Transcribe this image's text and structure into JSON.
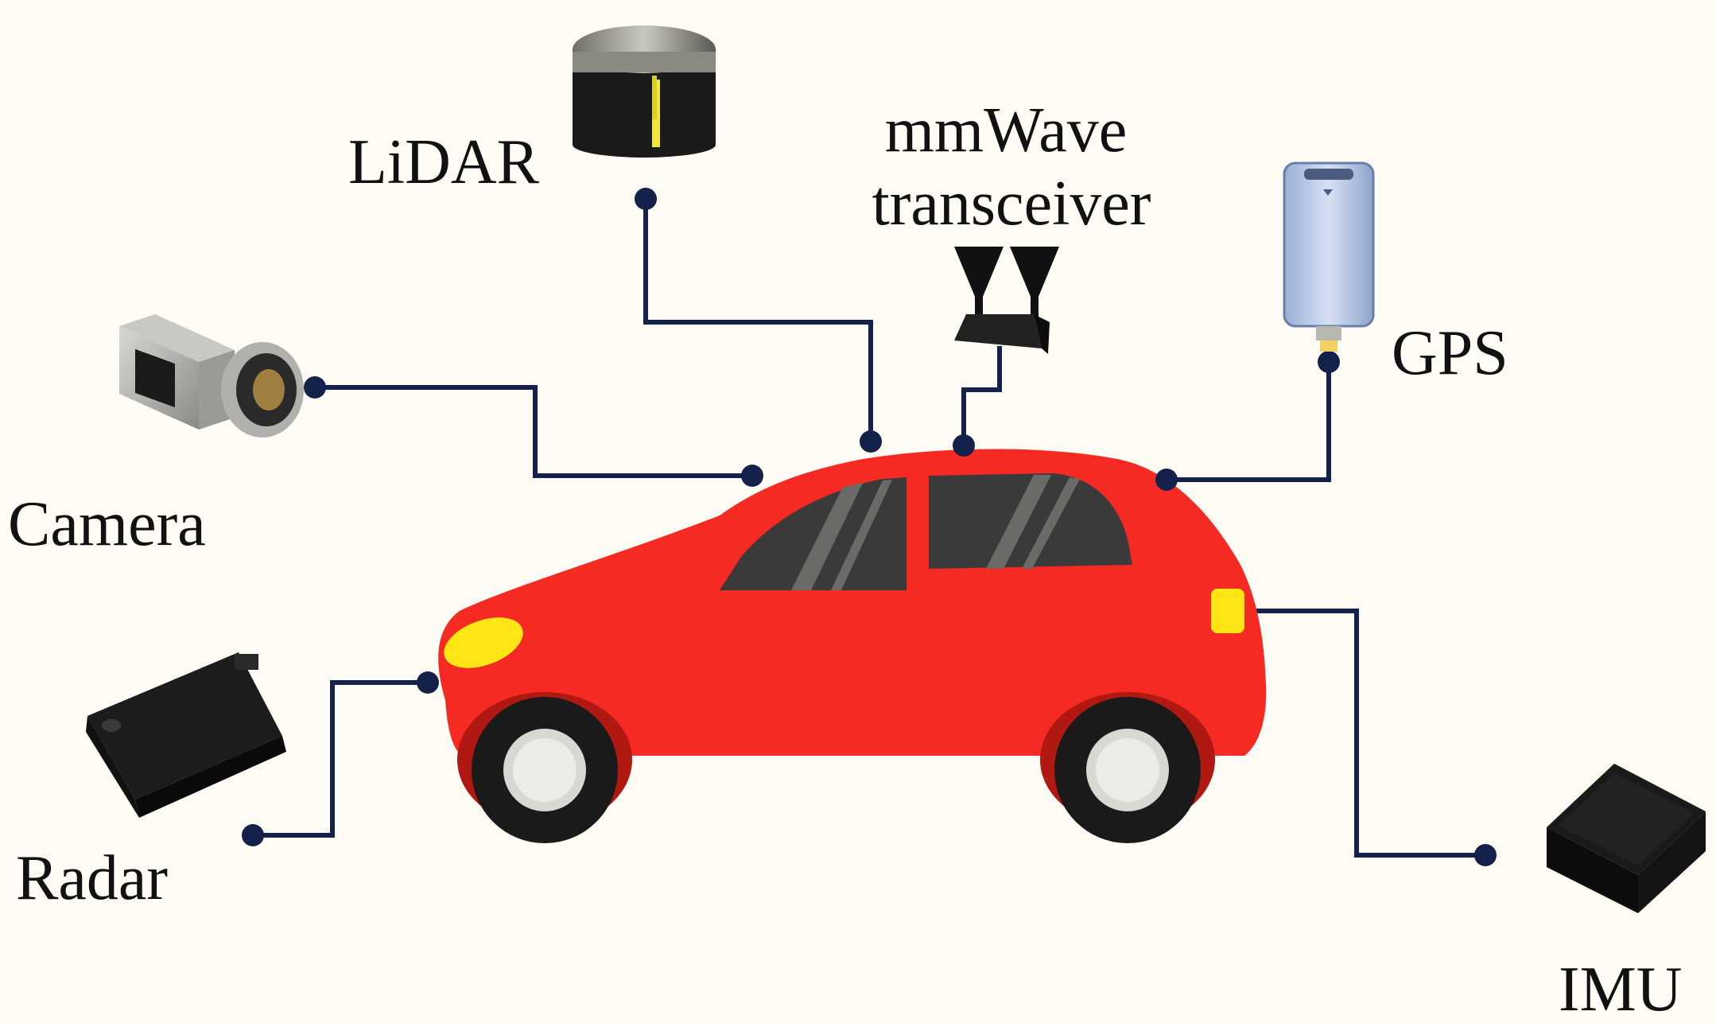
{
  "labels": {
    "lidar": "LiDAR",
    "mmwave_line1": "mmWave",
    "mmwave_line2": "transceiver",
    "gps": "GPS",
    "camera": "Camera",
    "radar": "Radar",
    "imu": "IMU"
  },
  "colors": {
    "background": "#fefcf4",
    "car_body": "#f52a22",
    "connector": "#14214a",
    "light": "#ffe614"
  },
  "icons": {
    "lidar": "lidar-sensor-icon",
    "mmwave": "antenna-icon",
    "gps": "gps-receiver-icon",
    "camera": "camera-icon",
    "radar": "radar-sensor-icon",
    "imu": "imu-box-icon",
    "car": "car-icon"
  }
}
